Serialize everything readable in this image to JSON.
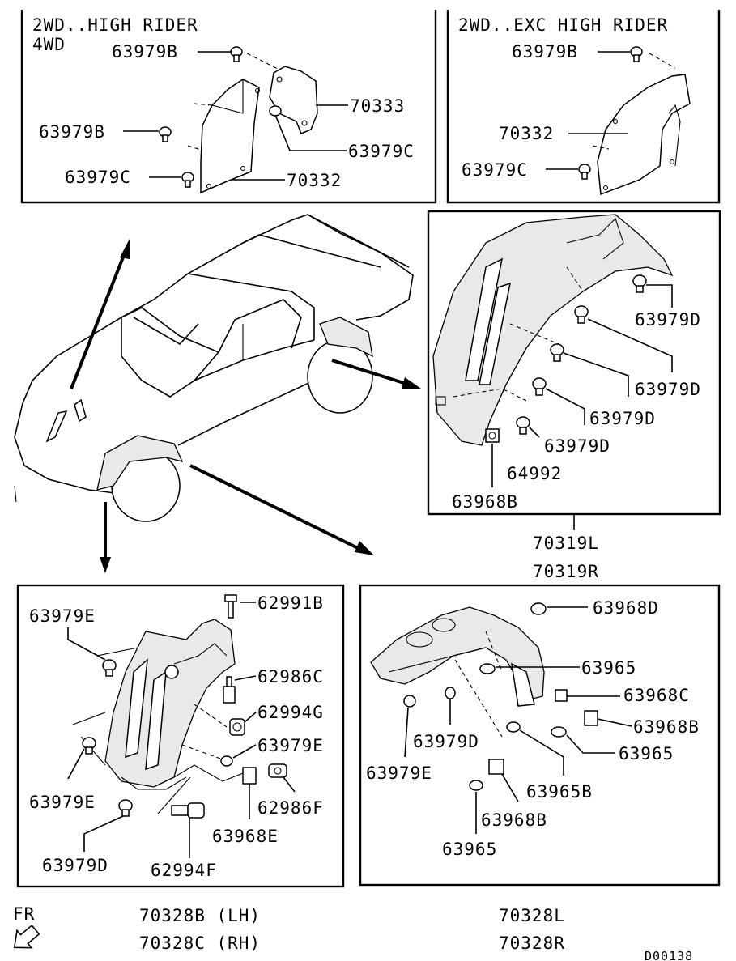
{
  "panels": {
    "top_left": {
      "title_line1": "2WD..HIGH RIDER",
      "title_line2": "4WD",
      "labels": [
        "63979B",
        "70333",
        "63979B",
        "63979C",
        "63979C",
        "70332"
      ]
    },
    "top_right": {
      "title": "2WD..EXC HIGH RIDER",
      "labels": [
        "63979B",
        "70332",
        "63979C"
      ]
    },
    "rear_liner": {
      "labels": [
        "63979D",
        "63979D",
        "63979D",
        "63979D",
        "64992",
        "63968B"
      ],
      "part_numbers": [
        "70319L",
        "70319R"
      ]
    },
    "front_liner_4wd": {
      "labels": [
        "63979E",
        "62991B",
        "62986C",
        "62994G",
        "63979E",
        "63979E",
        "62986F",
        "63968E",
        "63979D",
        "62994F"
      ],
      "part_numbers": [
        "70328B (LH)",
        "70328C (RH)"
      ]
    },
    "front_liner": {
      "labels": [
        "63968D",
        "63965",
        "63968C",
        "63968B",
        "63965",
        "63979D",
        "63979E",
        "63965B",
        "63968B",
        "63965"
      ],
      "part_numbers": [
        "70328L",
        "70328R"
      ]
    }
  },
  "direction_label": "FR",
  "drawing_code": "D00138"
}
